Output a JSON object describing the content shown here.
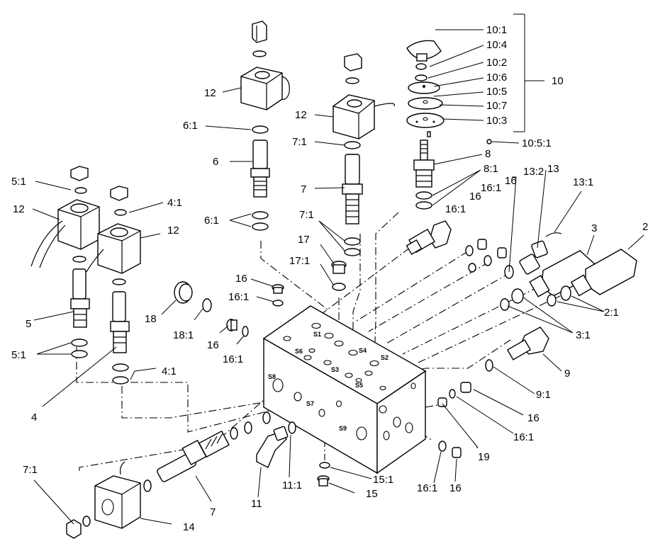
{
  "labels": {
    "p12a": "12",
    "p12b": "12",
    "p12c": "12",
    "p12d": "12",
    "p6_1a": "6:1",
    "p6": "6",
    "p6_1b": "6:1",
    "p7_1a": "7:1",
    "p7": "7",
    "p7_1b": "7:1",
    "p17": "17",
    "p17_1": "17:1",
    "p5_1a": "5:1",
    "p5": "5",
    "p5_1b": "5:1",
    "p4_1a": "4:1",
    "p4": "4",
    "p4_1b": "4:1",
    "p18": "18",
    "p18_1": "18:1",
    "p16a": "16",
    "p16_1a": "16:1",
    "p16b": "16",
    "p16_1b": "16:1",
    "p10_1": "10:1",
    "p10_4": "10:4",
    "p10_2": "10:2",
    "p10_6": "10:6",
    "p10_5": "10:5",
    "p10_7": "10:7",
    "p10_3": "10:3",
    "p10": "10",
    "p10_5_1": "10:5:1",
    "p8": "8",
    "p8_1": "8:1",
    "p16c": "16",
    "p16_1c": "16:1",
    "p16_1d": "16:1",
    "p16d": "16",
    "p13_2": "13:2",
    "p13": "13",
    "p13_1": "13:1",
    "p3": "3",
    "p2": "2",
    "p2_1": "2:1",
    "p3_1": "3:1",
    "p9": "9",
    "p9_1": "9:1",
    "p16e": "16",
    "p16_1e": "16:1",
    "p19": "19",
    "p16_1f": "16:1",
    "p16f": "16",
    "p15_1": "15:1",
    "p15": "15",
    "p7_1c": "7:1",
    "p14": "14",
    "p7c": "7",
    "p11": "11",
    "p11_1": "11:1"
  },
  "ports": {
    "s1": "S1",
    "s2": "S2",
    "s3": "S3",
    "s4": "S4",
    "s5": "S5",
    "s6": "S6",
    "s7": "S7",
    "s8": "S8",
    "s9": "S9"
  }
}
